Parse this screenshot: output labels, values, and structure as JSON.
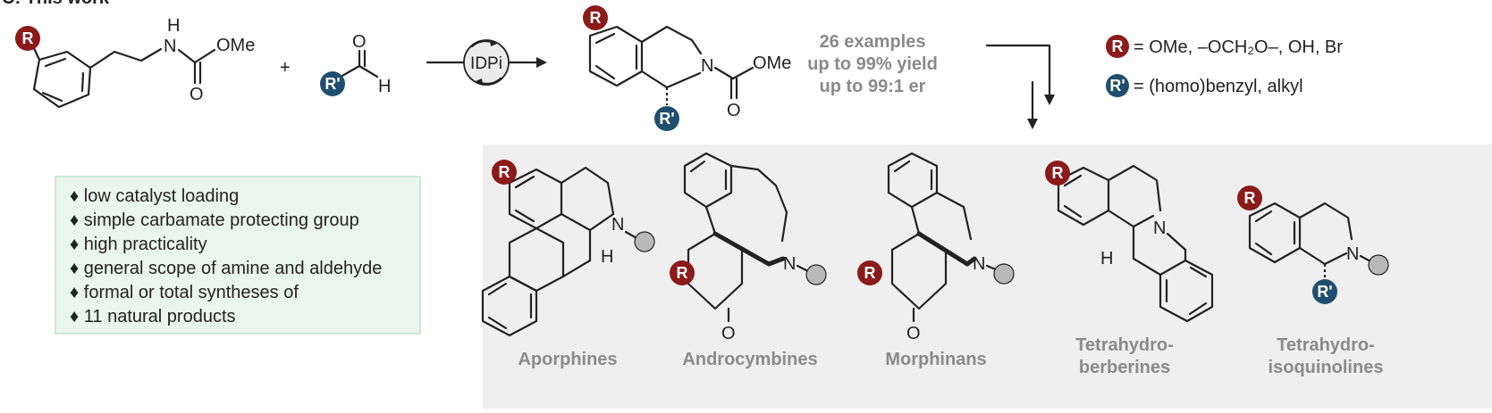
{
  "header_partial": "C: This work",
  "atoms": {
    "R": "R",
    "R_prime": "R'",
    "N": "N",
    "H": "H",
    "O": "O",
    "OMe": "OMe",
    "plus": "+"
  },
  "catalyst": "IDPi",
  "stats": [
    "26 examples",
    "up to 99% yield",
    "up to 99:1 er"
  ],
  "substituents": {
    "R_text": "= OMe, –OCH₂O–, OH, Br",
    "Rp_text": "= (homo)benzyl, alkyl"
  },
  "features": [
    "♦ low catalyst loading",
    "♦ simple carbamate protecting group",
    "♦ high practicality",
    "♦ general scope of amine and aldehyde",
    "♦ formal or total syntheses of",
    "♦ 11 natural products"
  ],
  "classes": [
    [
      "Aporphines"
    ],
    [
      "Androcymbines"
    ],
    [
      "Morphinans"
    ],
    [
      "Tetrahydro-",
      "berberines"
    ],
    [
      "Tetrahydro-",
      "isoquinolines"
    ]
  ],
  "colors": {
    "R_badge": "#8b1a1a",
    "Rp_badge": "#1f4e6e",
    "panel_bg": "#efefef",
    "feature_bg": "#e9f6ee",
    "feature_border": "#bde3c9",
    "catalyst_fill": "#ececec",
    "stat_text": "#8a8a8a",
    "placeholder_circle": "#b9b9b9"
  }
}
